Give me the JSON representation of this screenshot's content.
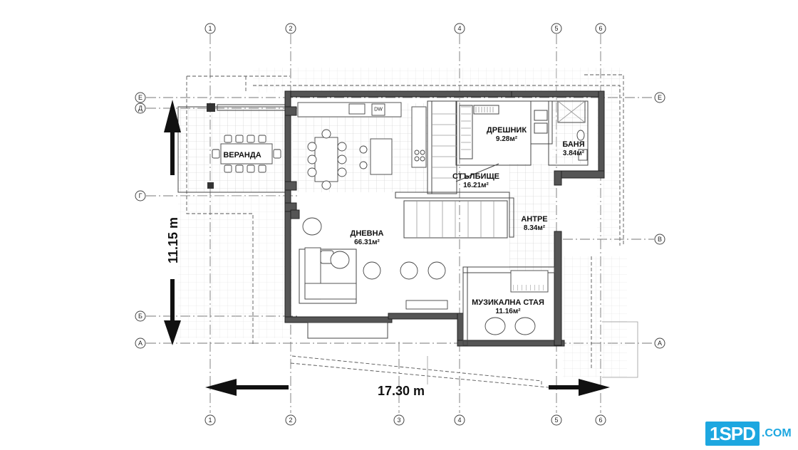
{
  "grid": {
    "vertical_axes": [
      "1",
      "2",
      "3",
      "4",
      "5",
      "6"
    ],
    "horizontal_axes": [
      "Е",
      "Д",
      "Г",
      "В",
      "Б",
      "А"
    ]
  },
  "rooms": [
    {
      "name": "ВЕРАНДА",
      "area": ""
    },
    {
      "name": "ДРЕШНИК",
      "area": "9.28м²"
    },
    {
      "name": "БАНЯ",
      "area": "3.84м²"
    },
    {
      "name": "СТЪЛБИЩЕ",
      "area": "16.21м²"
    },
    {
      "name": "ДНЕВНА",
      "area": "66.31м²"
    },
    {
      "name": "АНТРЕ",
      "area": "8.34м²"
    },
    {
      "name": "МУЗИКАЛНА СТАЯ",
      "area": "11.16м²"
    }
  ],
  "dimensions": {
    "width": "17.30 m",
    "depth": "11.15 m"
  },
  "appliance_label": "DW",
  "logo": {
    "mark": "1SPD",
    "suffix": ".COM",
    "accent": "#1da7e0"
  }
}
